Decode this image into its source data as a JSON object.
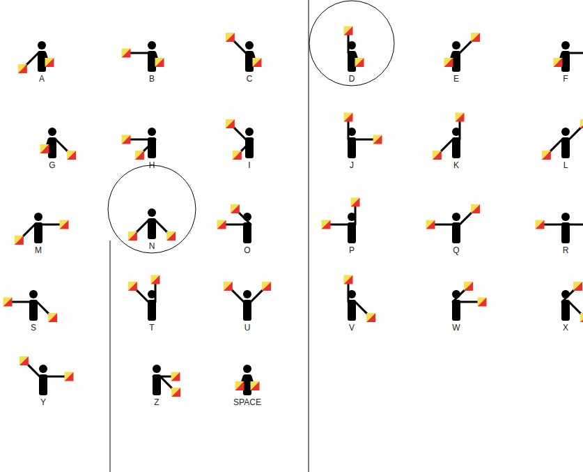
{
  "diagram": {
    "nodes": [
      {
        "text": [
          "D"
        ]
      },
      {
        "text": [
          "N"
        ]
      }
    ],
    "labels": [
      "A",
      "B",
      "C",
      "E",
      "F",
      "G",
      "H",
      "I",
      "J",
      "K",
      "L",
      "M",
      "O",
      "P",
      "Q",
      "R",
      "S",
      "T",
      "U",
      "V",
      "W",
      "X",
      "Y",
      "Z",
      "SPACE"
    ]
  }
}
